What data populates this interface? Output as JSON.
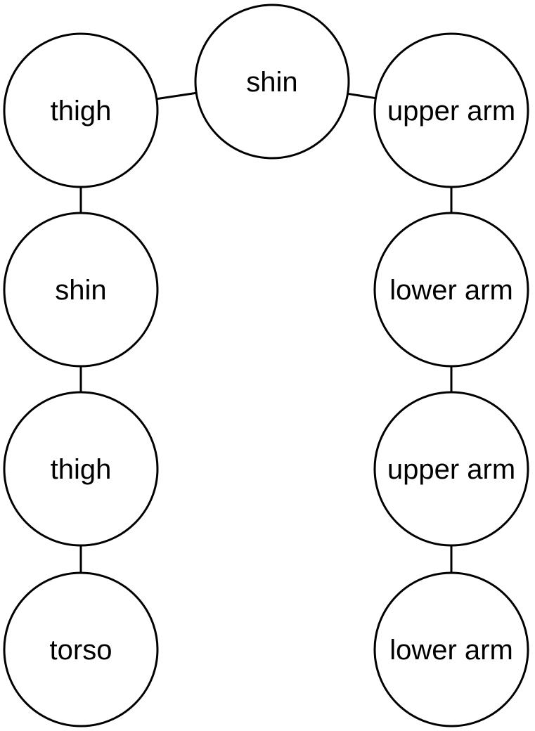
{
  "diagram": {
    "nodes": [
      {
        "id": "thigh_top",
        "label": "thigh"
      },
      {
        "id": "shin_top",
        "label": "shin"
      },
      {
        "id": "upper_arm_top",
        "label": "upper arm"
      },
      {
        "id": "shin_left",
        "label": "shin"
      },
      {
        "id": "lower_arm_right1",
        "label": "lower arm"
      },
      {
        "id": "thigh_left",
        "label": "thigh"
      },
      {
        "id": "upper_arm_right",
        "label": "upper arm"
      },
      {
        "id": "torso",
        "label": "torso"
      },
      {
        "id": "lower_arm_right2",
        "label": "lower arm"
      }
    ],
    "edges": [
      {
        "from": "thigh_top",
        "to": "shin_top"
      },
      {
        "from": "shin_top",
        "to": "upper_arm_top"
      },
      {
        "from": "thigh_top",
        "to": "shin_left"
      },
      {
        "from": "shin_left",
        "to": "thigh_left"
      },
      {
        "from": "thigh_left",
        "to": "torso"
      },
      {
        "from": "upper_arm_top",
        "to": "lower_arm_right1"
      },
      {
        "from": "lower_arm_right1",
        "to": "upper_arm_right"
      },
      {
        "from": "upper_arm_right",
        "to": "lower_arm_right2"
      }
    ],
    "colors": {
      "stroke": "#000000",
      "fill": "#ffffff"
    }
  }
}
